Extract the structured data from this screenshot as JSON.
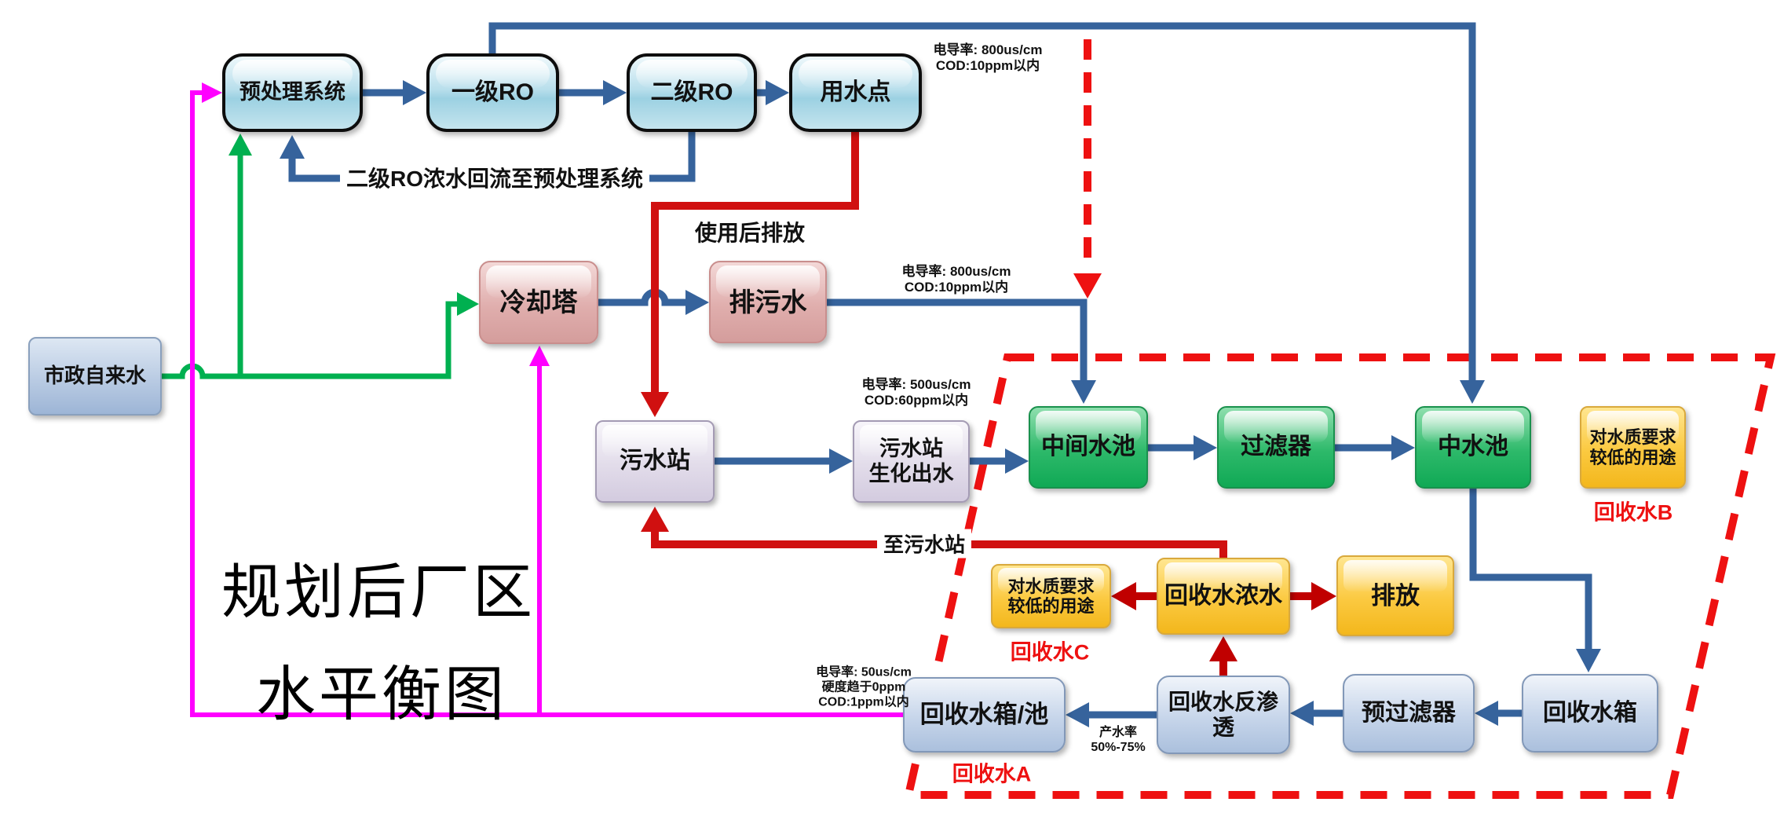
{
  "title": {
    "line1": "规划后厂区",
    "line2": "水平衡图"
  },
  "nodes": {
    "pretreatment": "预处理系统",
    "ro1": "一级RO",
    "ro2": "二级RO",
    "water_use_point": "用水点",
    "city_water": "市政自来水",
    "cooling_tower": "冷却塔",
    "blowdown_water": "排污水",
    "sewage_station": "污水站",
    "sewage_bio_out_line1": "污水站",
    "sewage_bio_out_line2": "生化出水",
    "middle_pool": "中间水池",
    "filter": "过滤器",
    "reclaimed_pool": "中水池",
    "low_quality_use_line1": "对水质要求",
    "low_quality_use_line2": "较低的用途",
    "recycle_concentrate": "回收水浓水",
    "discharge": "排放",
    "recycle_tank_pool": "回收水箱/池",
    "recycle_ro": "回收水反渗透",
    "prefilter": "预过滤器",
    "recycle_tank": "回收水箱"
  },
  "flow_labels": {
    "ro2_return": "二级RO浓水回流至预处理系统",
    "after_use_discharge": "使用后排放",
    "to_sewage_station": "至污水站",
    "yield_line1": "产水率",
    "yield_line2": "50%-75%"
  },
  "zone_labels": {
    "recycle_a": "回收水A",
    "recycle_b": "回收水B",
    "recycle_c": "回收水C"
  },
  "annotations": {
    "ro_product": {
      "line1": "电导率: 800us/cm",
      "line2": "COD:10ppm以内"
    },
    "blowdown": {
      "line1": "电导率: 800us/cm",
      "line2": "COD:10ppm以内"
    },
    "sewage_out": {
      "line1": "电导率: 500us/cm",
      "line2": "COD:60ppm以内"
    },
    "recycle_water": {
      "line1": "电导率: 50us/cm",
      "line2": "硬度趋于0ppm",
      "line3": "COD:1ppm以内"
    }
  },
  "colors": {
    "blue_line": "#36639c",
    "green_line": "#00b050",
    "magenta_line": "#ff00ff",
    "red_line": "#d01010",
    "dark_red_line": "#c00000",
    "dashed_red": "#ee1111"
  }
}
